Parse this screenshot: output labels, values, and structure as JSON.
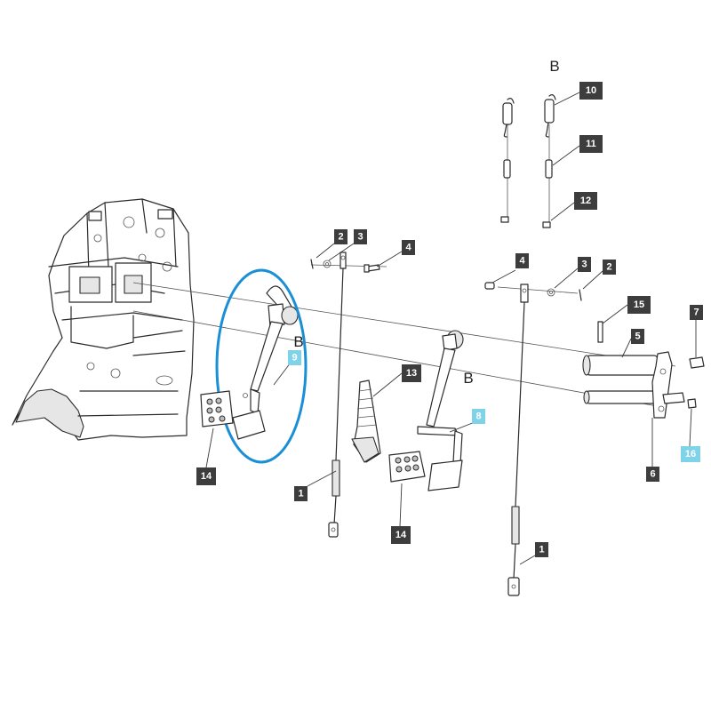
{
  "colors": {
    "callout_default": "#3d3d3d",
    "callout_highlight": "#7fd3e8",
    "callout_text_default": "#ffffff",
    "callout_text_highlight": "#ffffff",
    "highlight_ellipse": "#1a8fd6"
  },
  "reference_letters": [
    "B",
    "B",
    "B"
  ],
  "callouts": [
    {
      "label": "1",
      "highlight": false
    },
    {
      "label": "1",
      "highlight": false
    },
    {
      "label": "2",
      "highlight": false
    },
    {
      "label": "2",
      "highlight": false
    },
    {
      "label": "3",
      "highlight": false
    },
    {
      "label": "3",
      "highlight": false
    },
    {
      "label": "4",
      "highlight": false
    },
    {
      "label": "4",
      "highlight": false
    },
    {
      "label": "5",
      "highlight": false
    },
    {
      "label": "6",
      "highlight": false
    },
    {
      "label": "7",
      "highlight": false
    },
    {
      "label": "8",
      "highlight": true
    },
    {
      "label": "9",
      "highlight": true
    },
    {
      "label": "10",
      "highlight": false
    },
    {
      "label": "11",
      "highlight": false
    },
    {
      "label": "12",
      "highlight": false
    },
    {
      "label": "13",
      "highlight": false
    },
    {
      "label": "14",
      "highlight": false
    },
    {
      "label": "14",
      "highlight": false
    },
    {
      "label": "15",
      "highlight": false
    },
    {
      "label": "16",
      "highlight": true
    }
  ]
}
